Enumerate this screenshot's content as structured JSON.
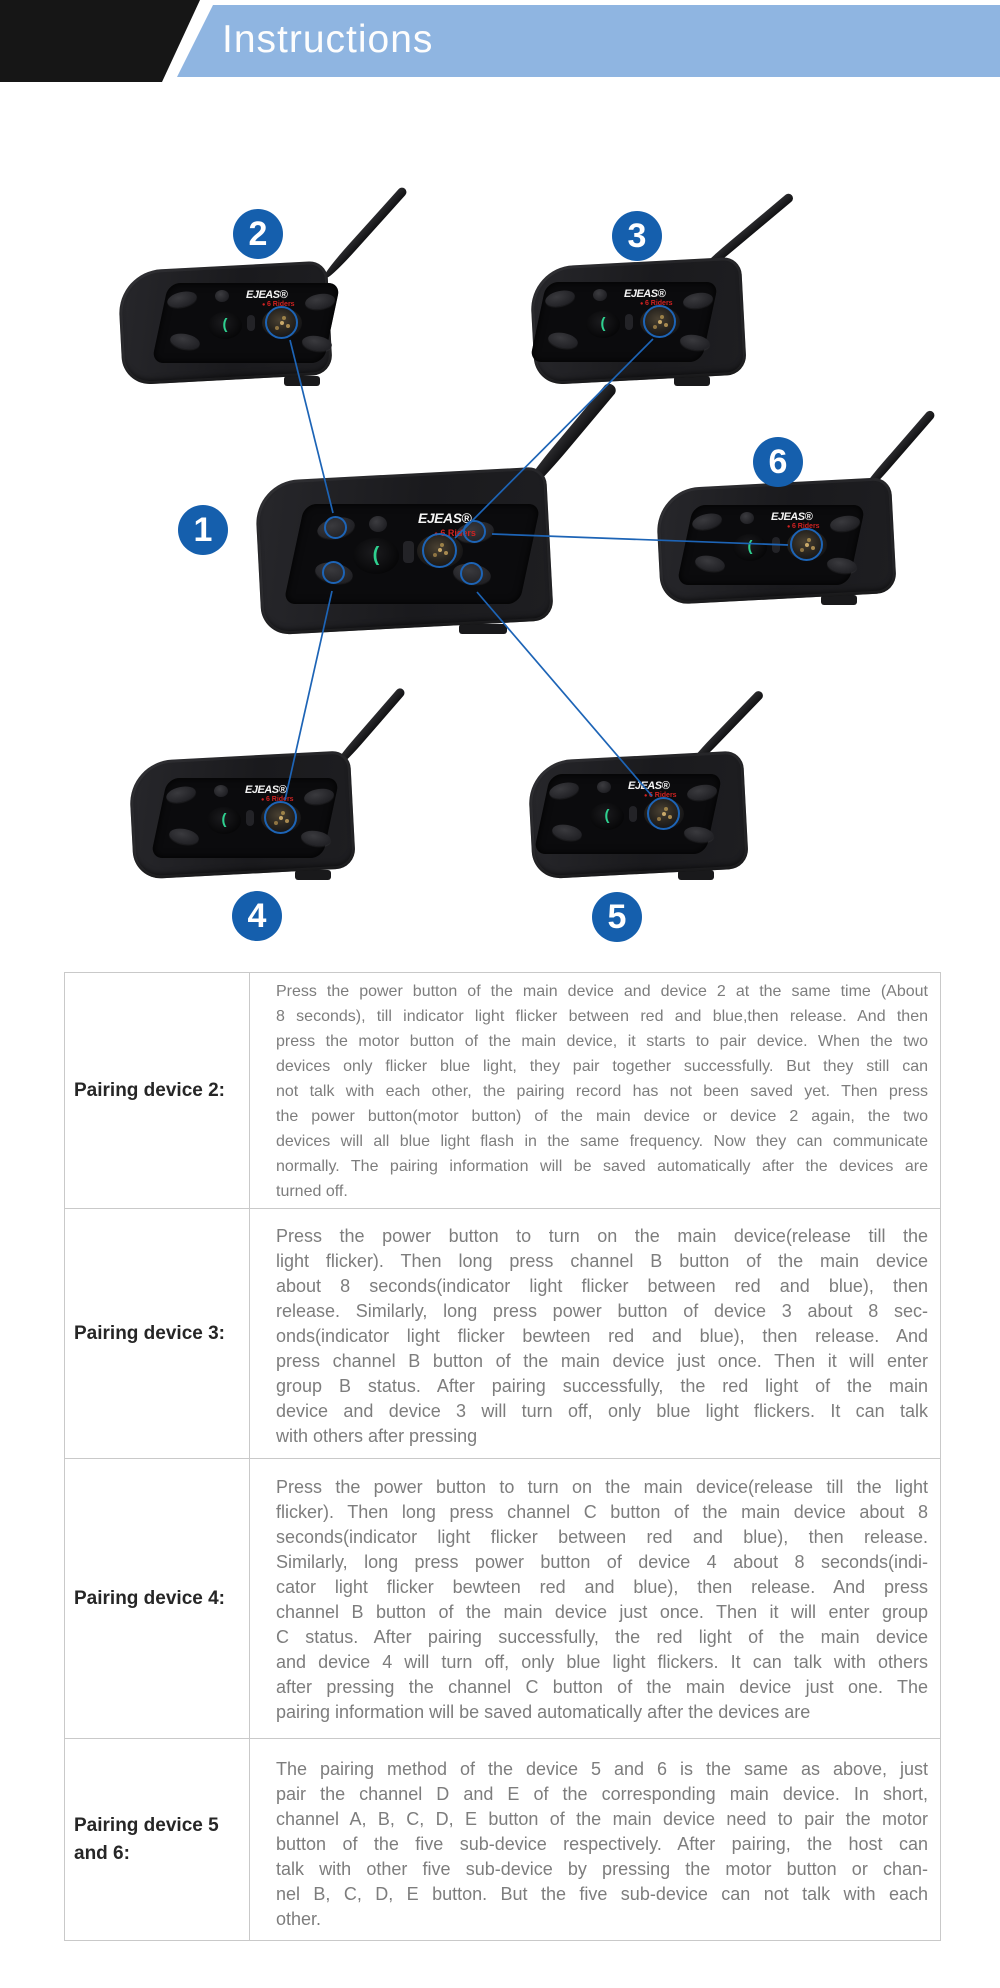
{
  "header": {
    "title": "Instructions"
  },
  "diagram": {
    "brand": "EJEAS®",
    "brand_sub": "6 Riders",
    "badges": [
      "1",
      "2",
      "3",
      "4",
      "5",
      "6"
    ]
  },
  "table": {
    "rows": [
      {
        "label_lines": [
          "Pairing device 2:"
        ],
        "lines": [
          "Press the power button of the main device and device 2 at the same time (About",
          "8 seconds), till indicator light flicker between red and blue,then release. And then",
          "press the motor button of the main device, it starts to pair device. When the two",
          "devices only flicker blue light, they pair together successfully. But they still can",
          "not talk with each other, the pairing record has not been saved yet. Then press",
          "the power button(motor button) of the main device or device 2 again, the two",
          "devices will all blue light flash in the same frequency. Now they can communicate",
          "normally. The pairing information will be saved automatically after the devices are",
          "turned off."
        ]
      },
      {
        "label_lines": [
          "Pairing device 3:"
        ],
        "lines": [
          "Press the power button to turn on the main device(release till the",
          "light flicker). Then long press channel B button of the main device",
          "about 8 seconds(indicator light flicker between red and blue), then",
          "release. Similarly, long press power button of device 3 about 8 sec-",
          "onds(indicator light flicker bewteen red and blue), then release. And",
          "press channel B button of the main device just once. Then it will enter",
          "group B status. After pairing successfully, the red light of the main",
          "device and device 3 will turn off, only blue light flickers. It can talk",
          "with others after pressing"
        ]
      },
      {
        "label_lines": [
          "Pairing device 4:"
        ],
        "lines": [
          "Press the power button to turn on the main device(release till the light",
          "flicker). Then long press channel C button of the main device about 8",
          "seconds(indicator light flicker between red and blue), then release.",
          "Similarly, long press power button of device 4 about 8 seconds(indi-",
          "cator light flicker bewteen red and blue), then release. And press",
          "channel B button of the main device just once. Then it will enter group",
          "C status. After pairing successfully, the red light of the main device",
          "and device 4 will turn off, only blue light flickers. It can talk with others",
          "after pressing the channel C button of the main device just one. The",
          "pairing information will be saved automatically after the devices are"
        ]
      },
      {
        "label_lines": [
          "Pairing device 5",
          "and 6:"
        ],
        "lines": [
          "The pairing method of the device 5 and 6 is the same as above, just",
          "pair the channel D and E of the corresponding main device. In short,",
          "channel A, B, C, D, E button of the main device need to pair the motor",
          "button of the five sub-device respectively. After pairing, the host can",
          "talk with other five sub-device by pressing the motor button or chan-",
          "nel B, C, D, E button. But the five sub-device can not talk with each",
          "other."
        ]
      }
    ]
  }
}
